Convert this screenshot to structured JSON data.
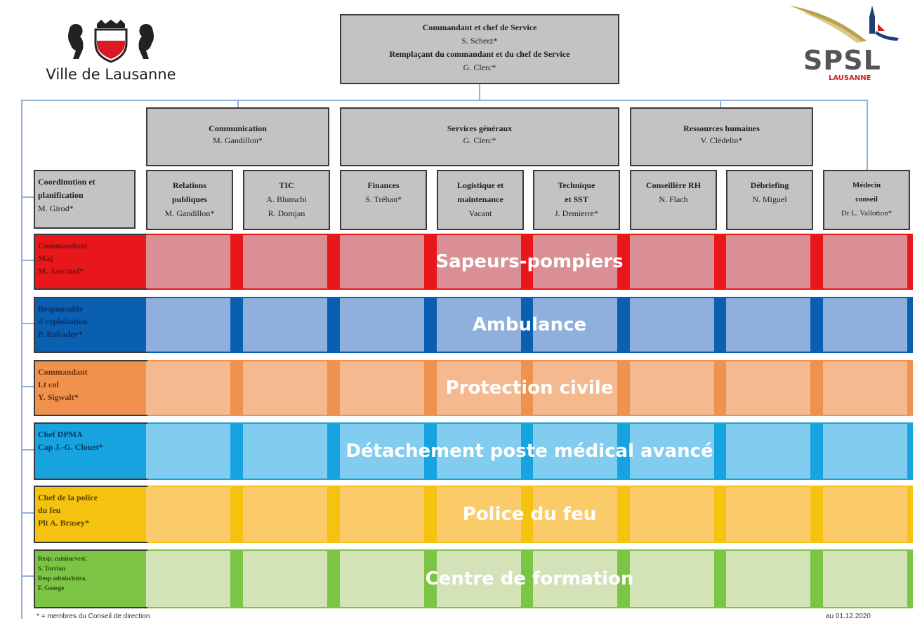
{
  "header": {
    "logo_left_text": "Ville de Lausanne",
    "logo_right_text": "SPSL",
    "logo_right_sub": "LAUSANNE"
  },
  "top_box": {
    "line1": "Commandant et chef de Service",
    "line2": "S. Scherz*",
    "line3": "Remplaçant du commandant et du chef de Service",
    "line4": "G. Clerc*"
  },
  "divisions": [
    {
      "title": "Communication",
      "name": "M. Gandillon*"
    },
    {
      "title": "Services généraux",
      "name": "G. Clerc*"
    },
    {
      "title": "Ressources humaines",
      "name": "V. Clédelin*"
    }
  ],
  "coordination": {
    "line1": "Coordinution et",
    "line2": "planification",
    "line3": "M. Girod*"
  },
  "units": [
    {
      "l1": "Relations",
      "l2": "publiques",
      "l3": "M. Gandillon*"
    },
    {
      "l1": "TIC",
      "l2": "A. Blunschi",
      "l3": "R. Domjan"
    },
    {
      "l1": "Finances",
      "l2": "S. Tréhan*",
      "l3": ""
    },
    {
      "l1": "Logistique et",
      "l2": "maintenance",
      "l3": "Vacant"
    },
    {
      "l1": "Technique",
      "l2": "et SST",
      "l3": "J. Demierre*"
    },
    {
      "l1": "Conseillère RH",
      "l2": "N. Flach",
      "l3": ""
    },
    {
      "l1": "Débriefing",
      "l2": "N. Miguel",
      "l3": ""
    },
    {
      "l1": "Médecin",
      "l2": "conseil",
      "l3": "Dr L. Vallotton*"
    }
  ],
  "bands": [
    {
      "title": "Sapeurs-pompiers",
      "label": [
        "Commandant",
        "Maj",
        "M. Jaccaud*"
      ],
      "color": "#e8171b",
      "light": "#d98f93",
      "text_color": "#7a1010"
    },
    {
      "title": "Ambulance",
      "label": [
        "Responsable",
        "d'exploitation",
        "P. Robadey*"
      ],
      "color": "#0b5fb0",
      "light": "#8fb0dc",
      "text_color": "#0a2f66"
    },
    {
      "title": "Protection civile",
      "label": [
        "Commandant",
        "Lt col",
        "Y. Sigwalt*"
      ],
      "color": "#f0914d",
      "light": "#f4b98f",
      "text_color": "#6a3210"
    },
    {
      "title": "Détachement poste médical avancé",
      "label": [
        "Chef DPMA",
        "Cap J.-G. Clouet*"
      ],
      "color": "#17a3e0",
      "light": "#82cdef",
      "text_color": "#063a5a"
    },
    {
      "title": "Police du feu",
      "label": [
        "Chef de la police",
        "du feu",
        "Plt A. Brasey*"
      ],
      "color": "#f5c30f",
      "light": "#fbcb6a",
      "text_color": "#5a4200"
    },
    {
      "title": "Centre de formation",
      "label": [
        "Resp. cuisine/vest.",
        "S. Torrian",
        "Resp admin/intra.",
        "F. George"
      ],
      "color": "#7cc544",
      "light": "#d4e2b8",
      "text_color": "#2a4a10"
    }
  ],
  "footer": {
    "note": "* = membres du Conseil de direction",
    "date": "au 01.12.2020"
  }
}
